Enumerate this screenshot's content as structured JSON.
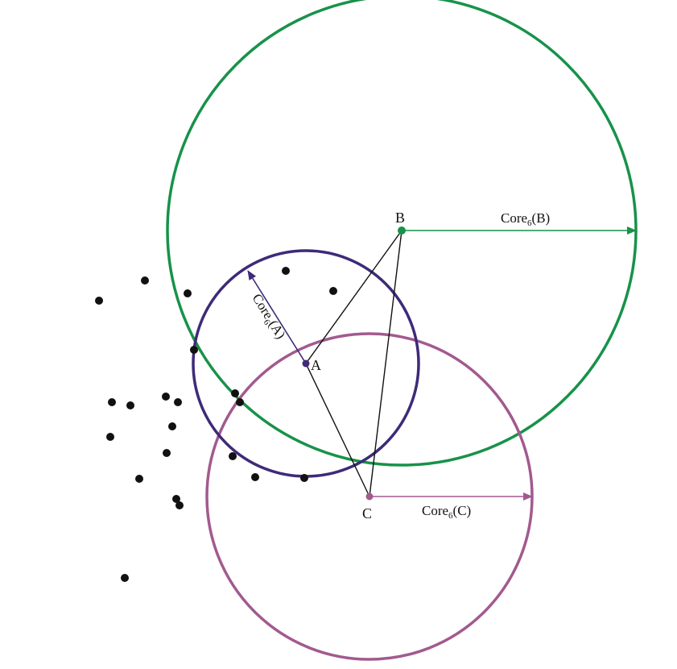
{
  "colors": {
    "green": "#17924a",
    "purple": "#3e2a78",
    "pink": "#a25a8e",
    "dot": "#111111",
    "line": "#111111"
  },
  "points": {
    "A": {
      "label": "A"
    },
    "B": {
      "label": "B"
    },
    "C": {
      "label": "C"
    }
  },
  "radius_labels": {
    "A": {
      "base": "Core",
      "sub": "6",
      "arg": "(A)"
    },
    "B": {
      "base": "Core",
      "sub": "6",
      "arg": "(B)"
    },
    "C": {
      "base": "Core",
      "sub": "6",
      "arg": "(C)"
    }
  }
}
